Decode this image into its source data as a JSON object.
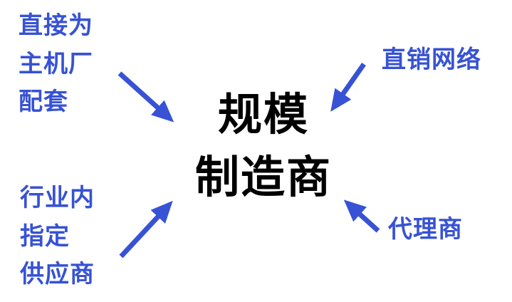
{
  "diagram": {
    "center": {
      "line1": "规模",
      "line2": "制造商"
    },
    "labels": {
      "top_left": {
        "lines": [
          "直接为",
          "主机厂",
          "配套"
        ]
      },
      "top_right": {
        "text": "直销网络"
      },
      "bottom_left": {
        "lines": [
          "行业内",
          "指定",
          "供应商"
        ]
      },
      "bottom_right": {
        "text": "代理商"
      }
    },
    "colors": {
      "accent": "#3752d4",
      "center_text": "#000000",
      "background": "#ffffff"
    }
  }
}
